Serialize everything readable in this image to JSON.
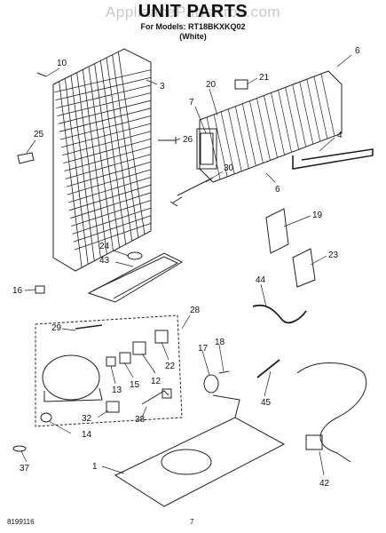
{
  "header": {
    "title": "UNIT PARTS",
    "models_label": "For Models: RT18BKXKQ02",
    "color_label": "(White)",
    "watermark": "AppliancePartsPros.com"
  },
  "footer": {
    "doc_number": "8199116",
    "page": "7"
  },
  "part_labels": [
    "1",
    "3",
    "4",
    "6",
    "6",
    "7",
    "10",
    "12",
    "13",
    "14",
    "15",
    "16",
    "17",
    "18",
    "19",
    "20",
    "21",
    "22",
    "23",
    "24",
    "25",
    "26",
    "28",
    "29",
    "30",
    "32",
    "37",
    "38",
    "42",
    "43",
    "44",
    "45"
  ]
}
